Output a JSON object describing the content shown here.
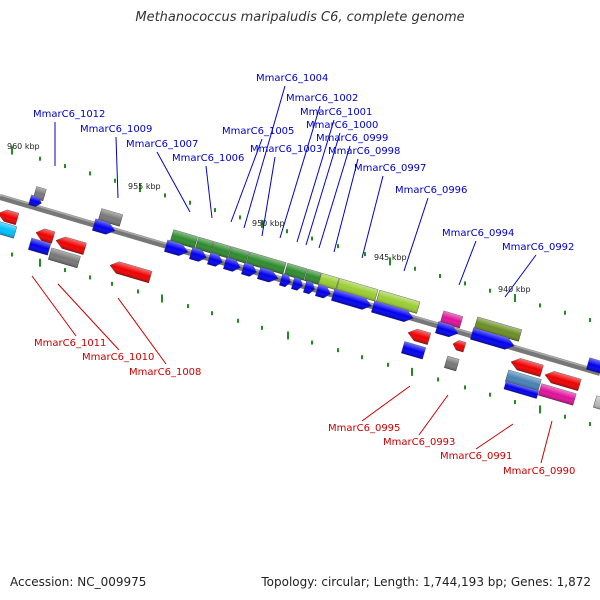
{
  "title": "Methanococcus maripaludis C6, complete genome",
  "accession": "Accession: NC_009975",
  "summary": "Topology: circular; Length: 1,744,193 bp; Genes: 1,872",
  "kbp_labels": [
    "960 kbp",
    "955 kbp",
    "950 kbp",
    "945 kbp",
    "940 kbp"
  ],
  "forward_labels": [
    "MmarC6_1012",
    "MmarC6_1009",
    "MmarC6_1007",
    "MmarC6_1006",
    "MmarC6_1005",
    "MmarC6_1004",
    "MmarC6_1003",
    "MmarC6_1002",
    "MmarC6_1001",
    "MmarC6_1000",
    "MmarC6_0999",
    "MmarC6_0998",
    "MmarC6_0997",
    "MmarC6_0996",
    "MmarC6_0994",
    "MmarC6_0992"
  ],
  "reverse_labels": [
    "MmarC6_1011",
    "MmarC6_1010",
    "MmarC6_1008",
    "MmarC6_0995",
    "MmarC6_0993",
    "MmarC6_0991",
    "MmarC6_0990"
  ],
  "colors": {
    "backbone": "#888888",
    "tick": "#228B22",
    "green": "#2e8b2e",
    "light_green": "#9acd32",
    "blue": "#0000ee",
    "red": "#ee0000",
    "gray": "#777777",
    "magenta": "#e0109a",
    "olive": "#6b8e23",
    "cyan": "#00bfff",
    "steel": "#4682b4"
  }
}
